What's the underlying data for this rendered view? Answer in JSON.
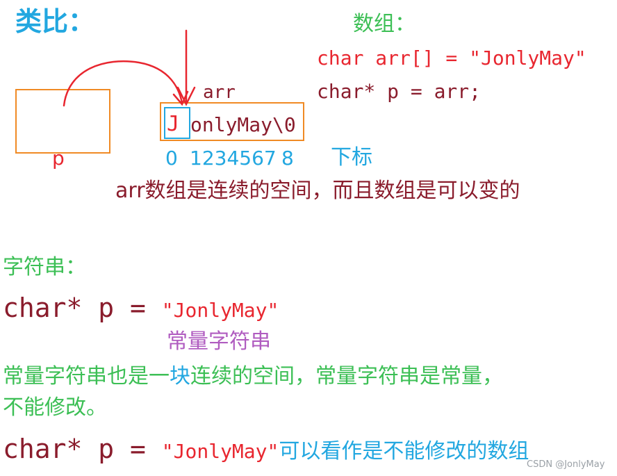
{
  "colors": {
    "blue": "#22a7e0",
    "green": "#3cbf55",
    "red": "#e8262f",
    "maroon": "#8a1c2c",
    "orange": "#f08a24",
    "purple": "#b05cc0",
    "gray": "#9aa0a6"
  },
  "analogy": {
    "title": "类比：",
    "array_label": "数组：",
    "code_line1": "char arr[] = \"JonlyMay\"",
    "code_line2": "char* p = arr;",
    "pointer_label": "p",
    "arr_label": "arr",
    "first_char": "J",
    "rest_chars": "onlyMay\\0",
    "index_first": "0",
    "index_middle": "1234567",
    "index_last": "8",
    "index_label": "下标",
    "arr_note": "arr数组是连续的空间，而且数组是可以变的"
  },
  "strings": {
    "title": "字符串：",
    "code_prefix": "char* p = ",
    "code_literal": "\"JonlyMay\"",
    "const_label": "常量字符串",
    "note_part1": "常量字符串也是一",
    "note_highlight": "块",
    "note_part2": "连续的空间，常量字符串是常量，",
    "note_line2": "不能修改。",
    "code2_prefix": "char* p = ",
    "code2_literal": "\"JonlyMay\"",
    "code2_note": "可以看作是不能修改的数组"
  },
  "watermark": "CSDN @JonlyMay"
}
